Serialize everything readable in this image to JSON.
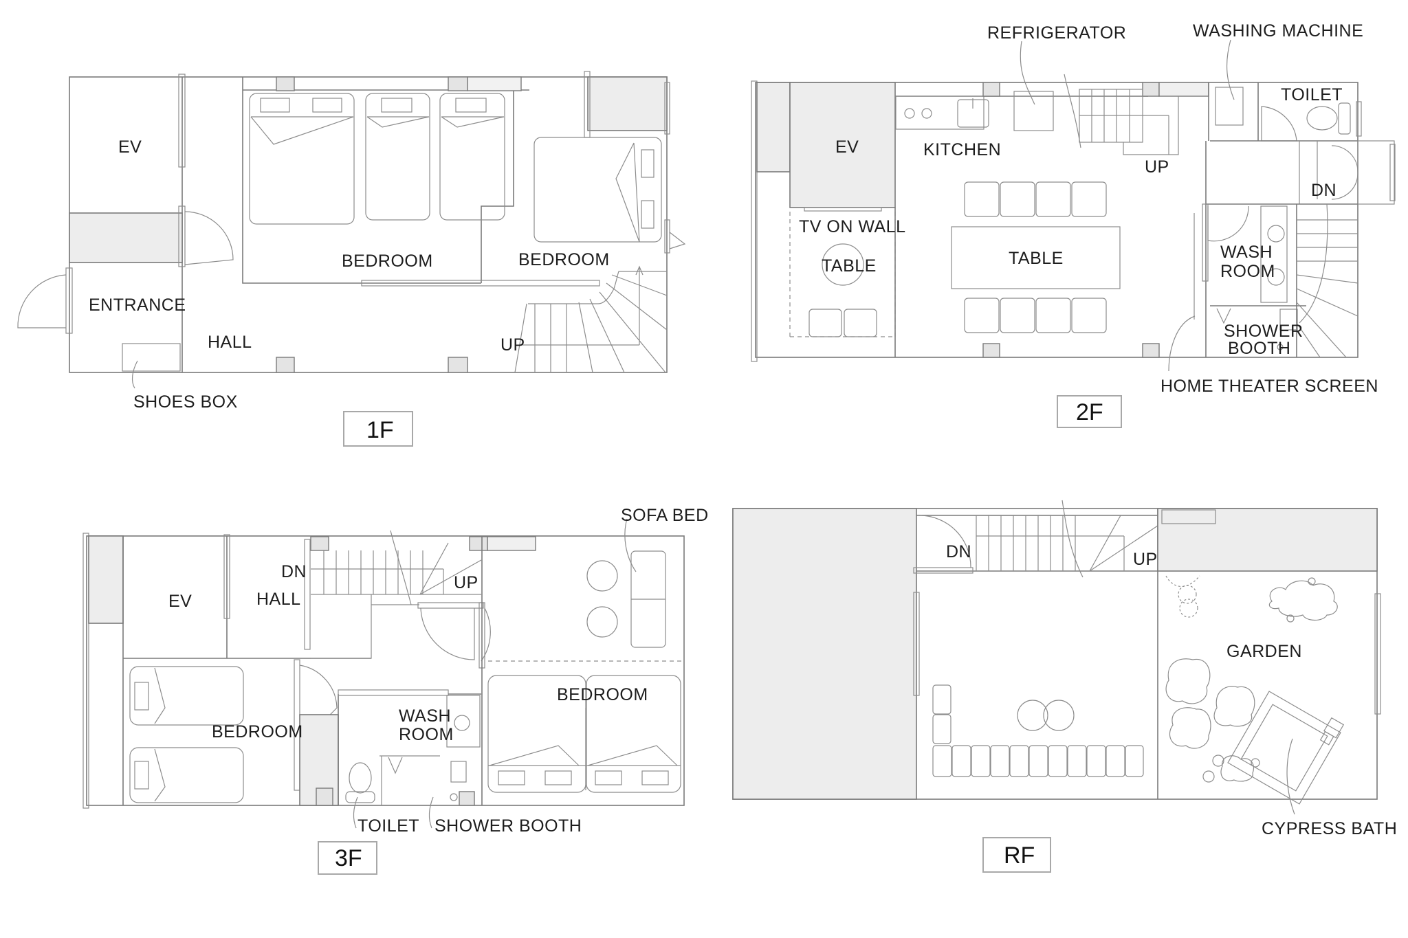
{
  "document": {
    "type": "architectural floor plan set",
    "floors": [
      {
        "id": "1F",
        "tag": "1F",
        "rooms": {
          "ev": "EV",
          "entrance": "ENTRANCE",
          "hall": "HALL",
          "bedroom_a": "BEDROOM",
          "bedroom_b": "BEDROOM",
          "stairs": "UP"
        },
        "callouts": {
          "shoes_box": "SHOES BOX"
        }
      },
      {
        "id": "2F",
        "tag": "2F",
        "rooms": {
          "ev": "EV",
          "kitchen": "KITCHEN",
          "tv_on_wall": "TV ON WALL",
          "small_table": "TABLE",
          "table": "TABLE",
          "stairs_up": "UP",
          "stairs_dn": "DN",
          "toilet": "TOILET",
          "wash_room_1": "WASH",
          "wash_room_2": "ROOM",
          "shower_1": "SHOWER",
          "shower_2": "BOOTH"
        },
        "callouts": {
          "refrigerator": "REFRIGERATOR",
          "washing_machine": "WASHING MACHINE",
          "home_theater": "HOME THEATER SCREEN"
        }
      },
      {
        "id": "3F",
        "tag": "3F",
        "rooms": {
          "ev": "EV",
          "hall": "HALL",
          "stairs_dn": "DN",
          "stairs_up": "UP",
          "bedroom_a": "BEDROOM",
          "bedroom_b": "BEDROOM",
          "wash_room_1": "WASH",
          "wash_room_2": "ROOM"
        },
        "callouts": {
          "sofa_bed": "SOFA BED",
          "toilet": "TOILET",
          "shower_booth": "SHOWER BOOTH"
        }
      },
      {
        "id": "RF",
        "tag": "RF",
        "rooms": {
          "stairs_dn": "DN",
          "stairs_up": "UP",
          "garden": "GARDEN"
        },
        "callouts": {
          "cypress_bath": "CYPRESS BATH"
        }
      }
    ]
  }
}
